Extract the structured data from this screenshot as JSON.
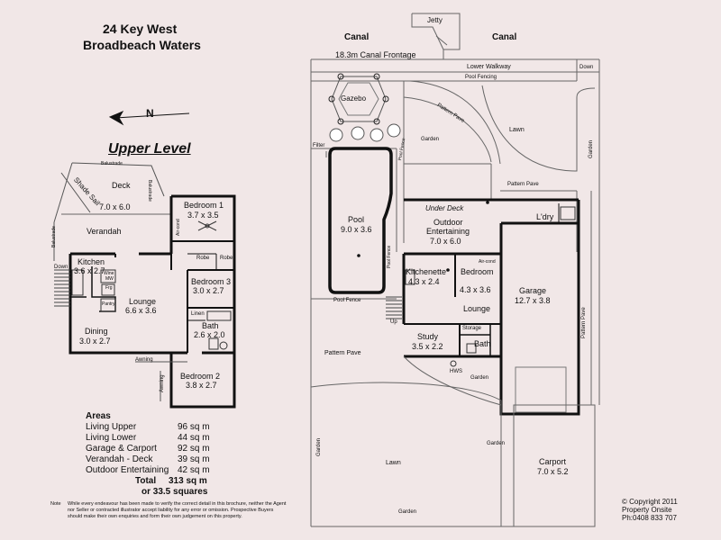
{
  "header": {
    "address_line1": "24 Key West",
    "address_line2": "Broadbeach Waters"
  },
  "compass": {
    "label": "N"
  },
  "upper_level": {
    "heading": "Upper Level",
    "labels": {
      "balustrade_top": "Balustrade",
      "balustrade_side": "Balustrade",
      "balustrade_left": "Balustrade",
      "shade_sail": "Shade Sail",
      "deck": "Deck",
      "deck_size": "7.0 x 6.0",
      "verandah": "Verandah",
      "down": "Down",
      "kitchen": "Kitchen",
      "kitchen_size": "3.6 x 2.7",
      "wine": "Wine",
      "mw": "MW",
      "frg": "Frg",
      "pantry": "Pantry",
      "lounge": "Lounge",
      "lounge_size": "6.6 x 3.6",
      "dining": "Dining",
      "dining_size": "3.0 x 2.7",
      "bedroom1": "Bedroom 1",
      "bedroom1_size": "3.7 x 3.5",
      "aircond": "Air-cond",
      "robe1": "Robe",
      "robe2": "Robe",
      "bedroom3": "Bedroom 3",
      "bedroom3_size": "3.0 x 2.7",
      "linen": "Linen",
      "bath": "Bath",
      "bath_size": "2.6 x 2.0",
      "awning": "Awning",
      "awning_side": "Awning",
      "bedroom2": "Bedroom 2",
      "bedroom2_size": "3.8 x 2.7"
    }
  },
  "areas": {
    "heading": "Areas",
    "rows": [
      {
        "name": "Living Upper",
        "value": "96 sq m"
      },
      {
        "name": "Living Lower",
        "value": "44 sq m"
      },
      {
        "name": "Garage & Carport",
        "value": "92 sq m"
      },
      {
        "name": "Verandah - Deck",
        "value": "39 sq m"
      },
      {
        "name": "Outdoor Entertaining",
        "value": "42 sq m"
      }
    ],
    "total_label": "Total",
    "total_value": "313 sq m",
    "squares": "or 33.5 squares"
  },
  "note": {
    "label": "Note",
    "text": "While every endeavour has been made to verify the correct detail in this brochure, neither the Agent nor Seller or contracted illustrator accept liability for any error or omission. Prospective Buyers should make their own enquiries and form their own judgement on this property."
  },
  "site": {
    "canal_left": "Canal",
    "canal_right": "Canal",
    "jetty": "Jetty",
    "frontage": "18.3m Canal Frontage",
    "lower_walkway": "Lower Walkway",
    "down": "Down",
    "pool_fencing": "Pool Fencing",
    "gazebo": "Gazebo",
    "filter": "Filter",
    "pool_fence_top": "Pool Fence",
    "pool_fence_side": "Pool Fence",
    "pool_fence_bottom": "Pool Fence",
    "pattern_pave_curve": "Pattern Pave",
    "pattern_pave_right": "Pattern Pave",
    "pattern_pave_side": "Pattern Pave",
    "pattern_pave_left": "Pattern Pave",
    "garden_small": "Garden",
    "garden_right_vert": "Garden",
    "garden_mid": "Garden",
    "garden_left_vert": "Garden",
    "garden_right": "Garden",
    "garden_bottom": "Garden",
    "lawn_top": "Lawn",
    "lawn_bottom": "Lawn",
    "pool": "Pool",
    "pool_size": "9.0 x 3.6",
    "under_deck": "Under Deck",
    "outdoor_entertaining": "Outdoor",
    "outdoor_entertaining2": "Entertaining",
    "outdoor_size": "7.0 x 6.0",
    "laundry": "L'dry",
    "kitchenette": "Kitchenette",
    "kitchenette_size": "4.3 x 2.4",
    "aircond": "Air-cond",
    "bedroom": "Bedroom",
    "bedroom_size": "4.3 x 3.6",
    "lounge": "Lounge",
    "up": "Up",
    "storage": "Storage",
    "study": "Study",
    "study_size": "3.5 x 2.2",
    "bath": "Bath",
    "hws": "HWS",
    "garage": "Garage",
    "garage_size": "12.7 x 3.8",
    "carport": "Carport",
    "carport_size": "7.0 x 5.2"
  },
  "copyright": {
    "symbol": "©",
    "line1": "Copyright 2011",
    "line2": "Property Onsite",
    "line3": "Ph:0408 833 707"
  },
  "colors": {
    "background": "#f1e7e7",
    "wall": "#111111",
    "thin_line": "#777777"
  }
}
